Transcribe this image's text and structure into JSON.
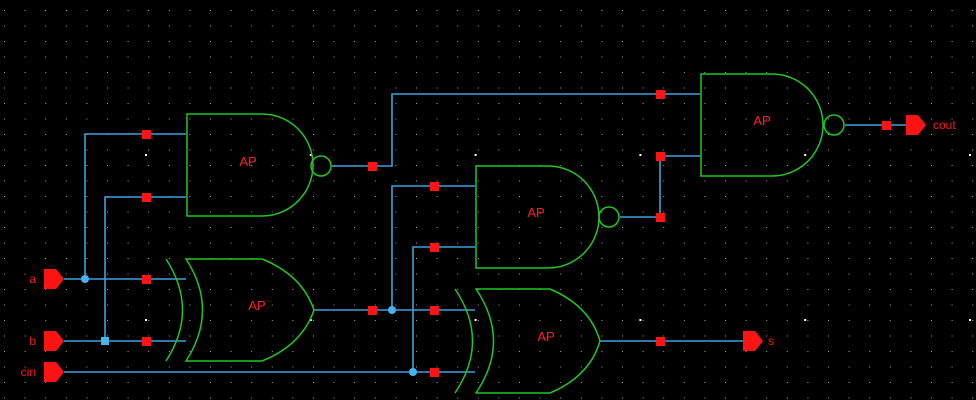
{
  "colors": {
    "background": "#000000",
    "grid_dot": "#a0a0a0",
    "grid_dot_major": "#ffffff",
    "gate_outline": "#1ec81e",
    "wire": "#3ca0dc",
    "junction": "#46b4f0",
    "pin_square": "#ff1414",
    "pin_label": "#ff1414",
    "gate_label": "#ff1e1e"
  },
  "gates": [
    {
      "id": "nand1",
      "type": "nand",
      "label": "AP"
    },
    {
      "id": "xor1",
      "type": "xor",
      "label": "AP"
    },
    {
      "id": "nand2",
      "type": "nand",
      "label": "AP"
    },
    {
      "id": "xor2",
      "type": "xor",
      "label": "AP"
    },
    {
      "id": "nand3",
      "type": "nand",
      "label": "AP"
    }
  ],
  "pins": {
    "a": {
      "label": "a",
      "direction": "input"
    },
    "b": {
      "label": "b",
      "direction": "input"
    },
    "cin": {
      "label": "cin",
      "direction": "input"
    },
    "cout": {
      "label": "cout",
      "direction": "output"
    },
    "s": {
      "label": "s",
      "direction": "output"
    }
  }
}
